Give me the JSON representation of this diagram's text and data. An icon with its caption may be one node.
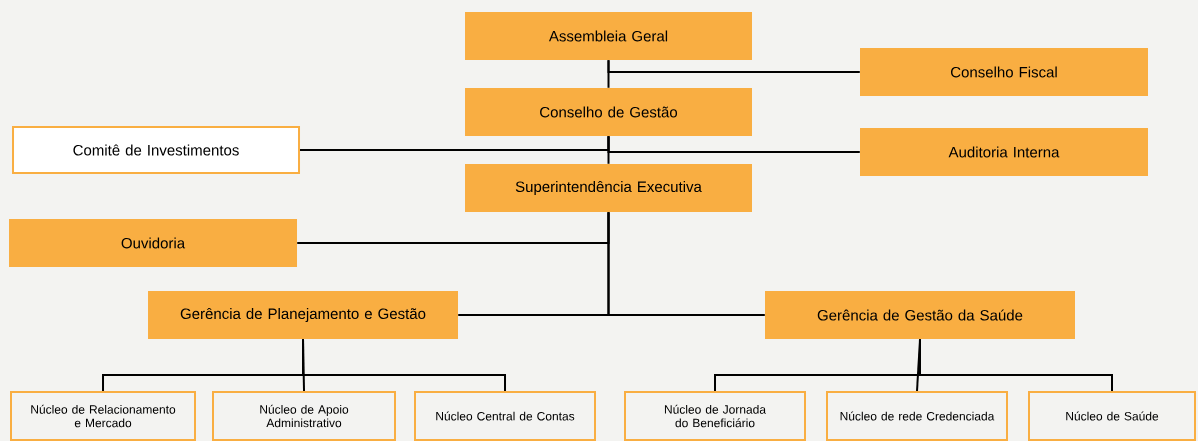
{
  "diagram": {
    "nodes": [
      {
        "text": [
          "Assembleia Geral"
        ]
      },
      {
        "text": [
          "Conselho Fiscal"
        ]
      },
      {
        "text": [
          "Conselho de Gestão"
        ]
      },
      {
        "text": [
          "Comitê de Investimentos"
        ]
      },
      {
        "text": [
          "Auditoria Interna"
        ]
      },
      {
        "text": [
          "Superintendência Executiva"
        ]
      },
      {
        "text": [
          "Ouvidoria"
        ]
      },
      {
        "text": [
          "Gerência de Planejamento e Gestão"
        ]
      },
      {
        "text": [
          "Gerência de Gestão da Saúde"
        ]
      },
      {
        "text": [
          "Núcleo de Relacionamento e Mercado"
        ]
      },
      {
        "text": [
          "Núcleo de Apoio Administrativo"
        ]
      },
      {
        "text": [
          "Núcleo Central de Contas"
        ]
      },
      {
        "text": [
          "Núcleo de Jornada do Beneficiário"
        ]
      },
      {
        "text": [
          "Núcleo de rede Credenciada"
        ]
      },
      {
        "text": [
          "Núcleo de Saúde"
        ]
      }
    ],
    "edges": [
      {
        "from": 0,
        "to": 1,
        "arrow": "none"
      },
      {
        "from": 0,
        "to": 2,
        "arrow": "none"
      },
      {
        "from": 2,
        "to": 3,
        "arrow": "none"
      },
      {
        "from": 2,
        "to": 4,
        "arrow": "none"
      },
      {
        "from": 2,
        "to": 5,
        "arrow": "none"
      },
      {
        "from": 5,
        "to": 6,
        "arrow": "none"
      },
      {
        "from": 5,
        "to": 7,
        "arrow": "none"
      },
      {
        "from": 5,
        "to": 8,
        "arrow": "none"
      },
      {
        "from": 7,
        "to": 9,
        "arrow": "none"
      },
      {
        "from": 7,
        "to": 10,
        "arrow": "none"
      },
      {
        "from": 7,
        "to": 11,
        "arrow": "none"
      },
      {
        "from": 8,
        "to": 12,
        "arrow": "none"
      },
      {
        "from": 8,
        "to": 13,
        "arrow": "none"
      },
      {
        "from": 8,
        "to": 14,
        "arrow": "none"
      }
    ]
  }
}
